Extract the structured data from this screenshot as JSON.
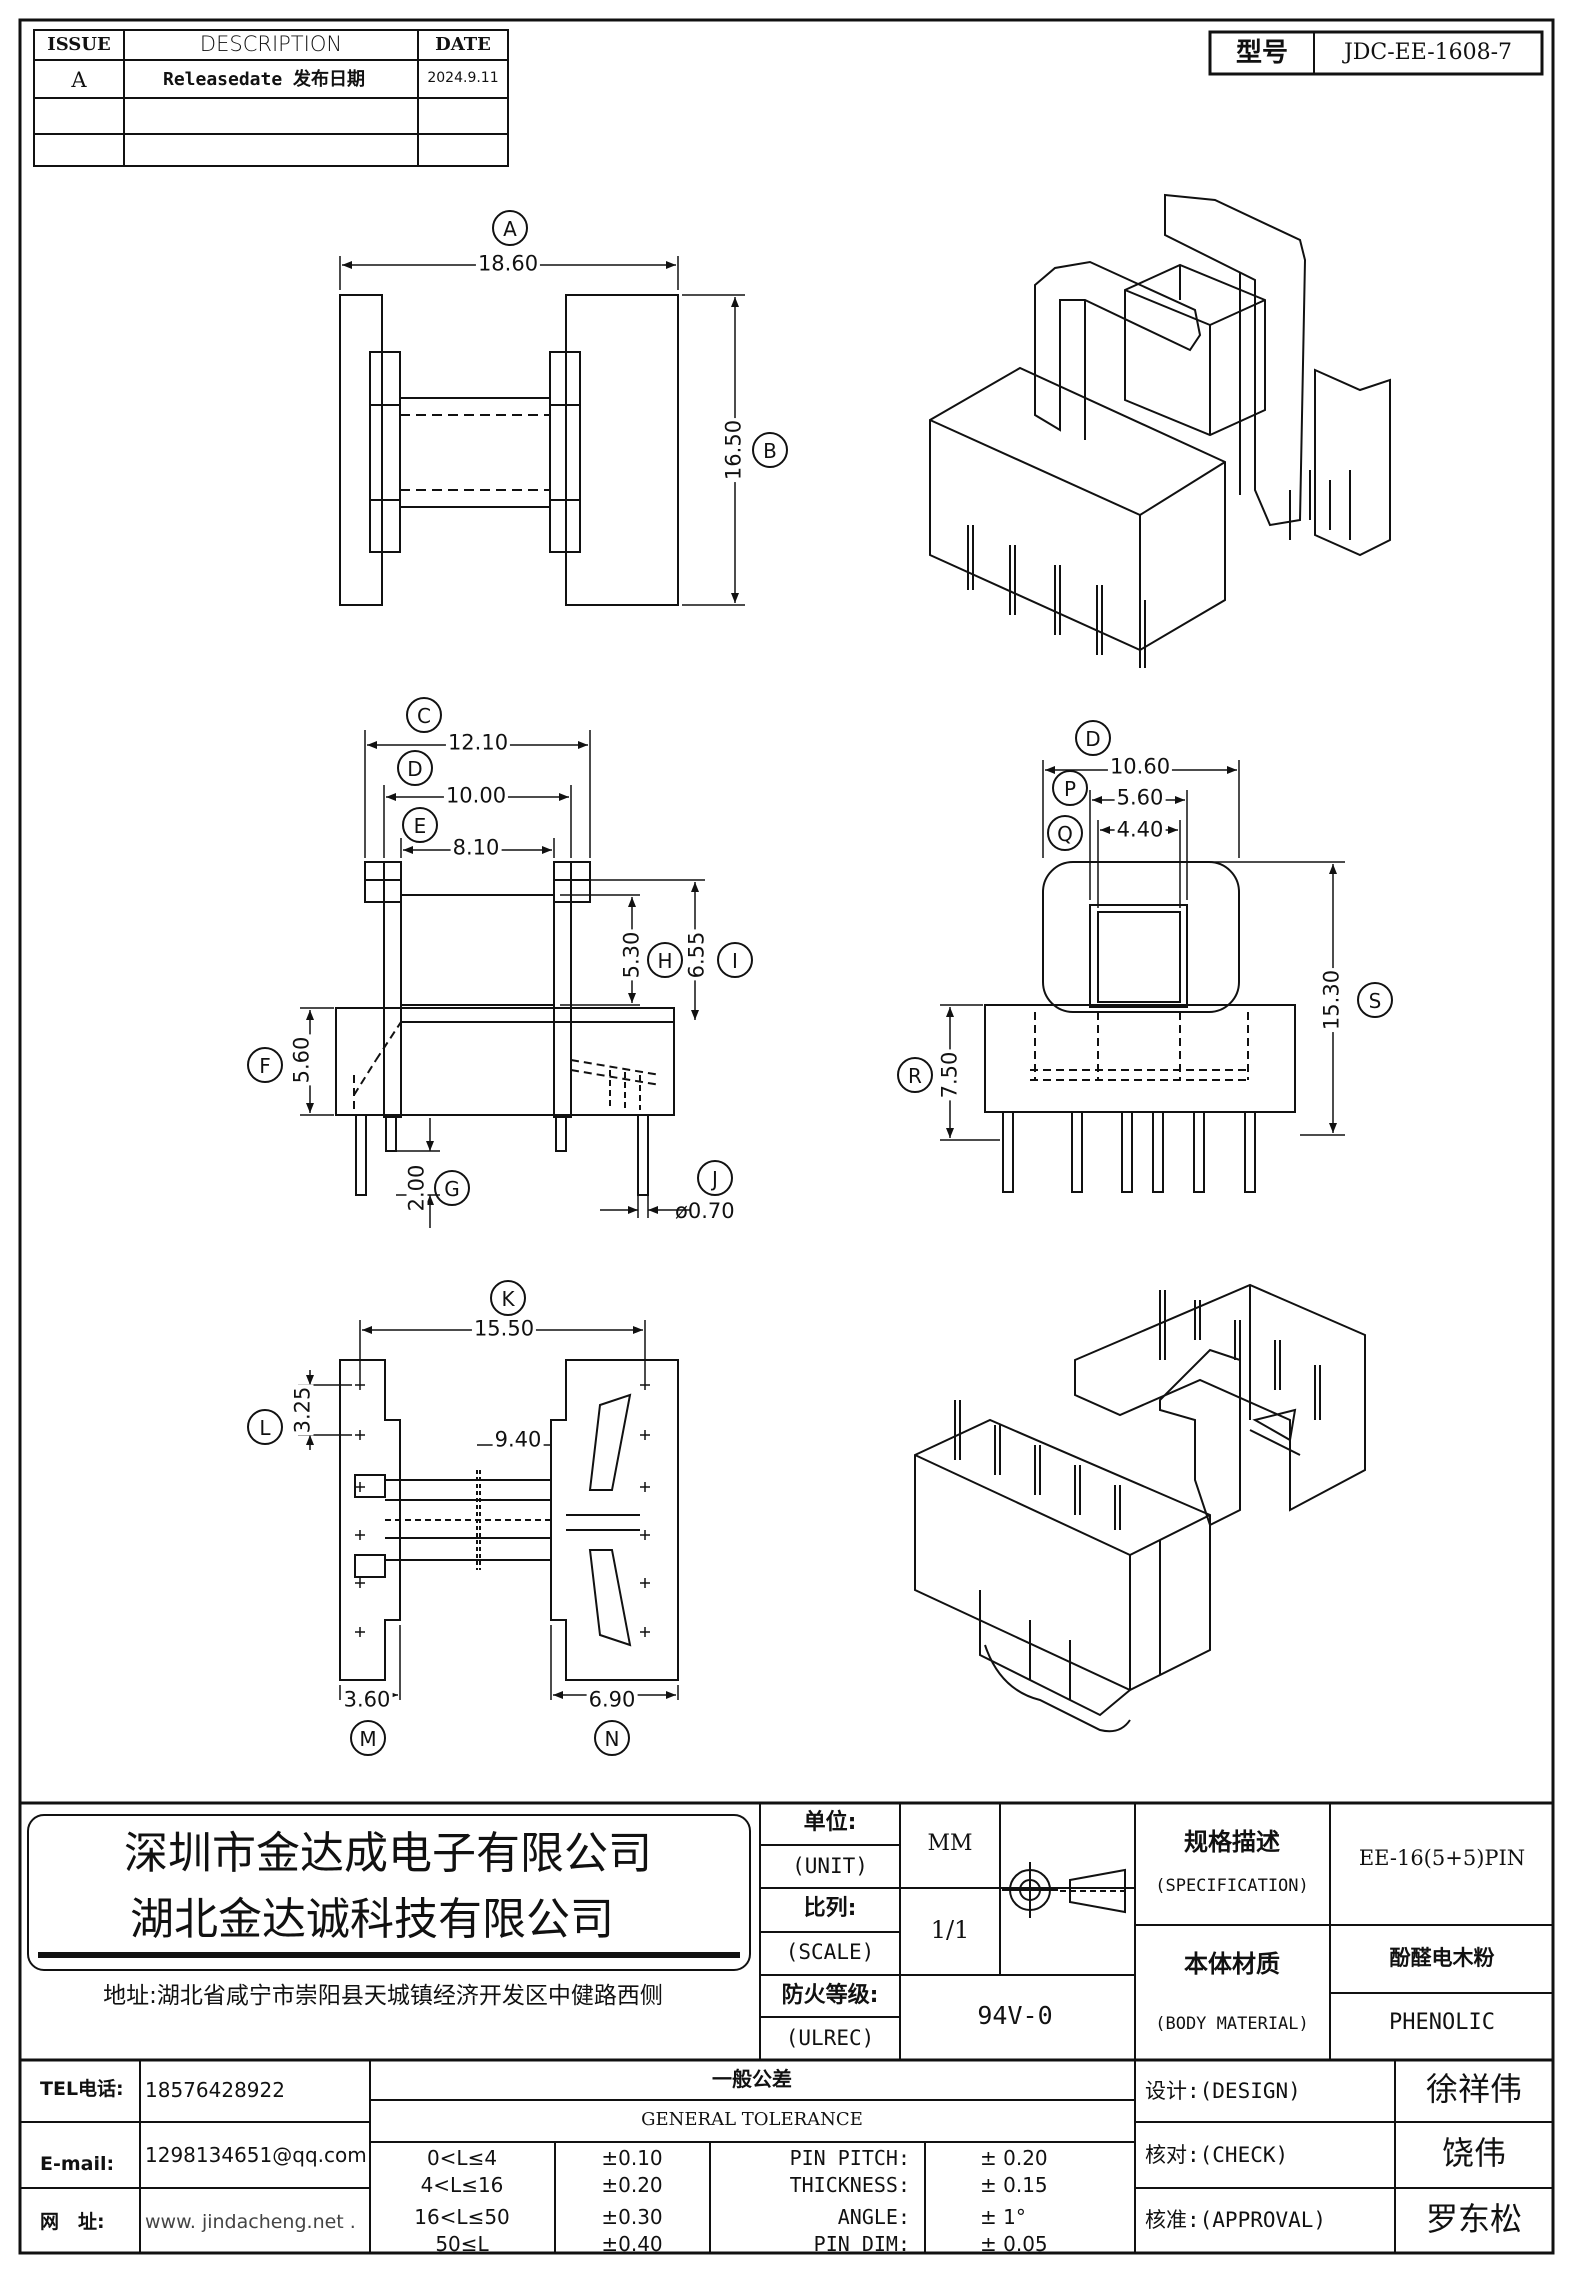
{
  "revision_table": {
    "headers": {
      "issue": "ISSUE",
      "description": "DESCRIPTION",
      "date": "DATE"
    },
    "rows": [
      {
        "issue": "A",
        "description": "Releasedate 发布日期",
        "date": "2024.9.11"
      }
    ]
  },
  "model": {
    "label": "型号",
    "value": "JDC-EE-1608-7"
  },
  "dimensions": {
    "A": {
      "letter": "A",
      "value": "18.60"
    },
    "B": {
      "letter": "B",
      "value": "16.50"
    },
    "C": {
      "letter": "C",
      "value": "12.10"
    },
    "D": {
      "letter": "D",
      "value": "10.00"
    },
    "E": {
      "letter": "E",
      "value": "8.10"
    },
    "F": {
      "letter": "F",
      "value": "5.60"
    },
    "G": {
      "letter": "G",
      "value": "2.00"
    },
    "H": {
      "letter": "H",
      "value": "5.30"
    },
    "I": {
      "letter": "I",
      "value": "6.55"
    },
    "J": {
      "letter": "J",
      "value": "ø0.70"
    },
    "K": {
      "letter": "K",
      "value": "15.50"
    },
    "L": {
      "letter": "L",
      "value": "3.25"
    },
    "M": {
      "letter": "M",
      "value": "3.60"
    },
    "N": {
      "letter": "N",
      "value": "6.90"
    },
    "O": {
      "letter": "D",
      "value": "10.60"
    },
    "P": {
      "letter": "P",
      "value": "5.60"
    },
    "Q": {
      "letter": "Q",
      "value": "4.40"
    },
    "R": {
      "letter": "R",
      "value": "7.50"
    },
    "S": {
      "letter": "S",
      "value": "15.30"
    },
    "hole": {
      "value": "9.40"
    }
  },
  "company": {
    "name1": "深圳市金达成电子有限公司",
    "name2": "湖北金达诚科技有限公司",
    "address": "地址:湖北省咸宁市崇阳县天城镇经济开发区中健路西侧"
  },
  "title_block": {
    "unit_cn": "单位:",
    "unit_en": "(UNIT)",
    "unit_value": "MM",
    "scale_cn": "比列:",
    "scale_en": "(SCALE)",
    "scale_value": "1/1",
    "fire_cn": "防火等级:",
    "fire_en": "(ULREC)",
    "fire_value": "94V-0",
    "spec_cn": "规格描述",
    "spec_en": "(SPECIFICATION)",
    "spec_value": "EE-16(5+5)PIN",
    "material_cn": "本体材质",
    "material_en": "(BODY MATERIAL)",
    "material_value_cn": "酚醛电木粉",
    "material_value_en": "PHENOLIC"
  },
  "contact": {
    "tel_label": "TEL电话:",
    "tel": "18576428922",
    "email_label": "E-mail:",
    "email": "1298134651@qq.com",
    "web_label": "网　址:",
    "web": "www. jindacheng.net ."
  },
  "tolerance": {
    "title_cn": "一般公差",
    "title_en": "GENERAL TOLERANCE",
    "ranges": [
      {
        "range": "0<L≤4",
        "tol": "±0.10"
      },
      {
        "range": "4<L≤16",
        "tol": "±0.20"
      },
      {
        "range": "16<L≤50",
        "tol": "±0.30"
      },
      {
        "range": "50≤L",
        "tol": "±0.40"
      }
    ],
    "items": [
      {
        "name": "PIN PITCH:",
        "tol": "±  0.20"
      },
      {
        "name": "THICKNESS:",
        "tol": "±  0.15"
      },
      {
        "name": "ANGLE:",
        "tol": "±  1°"
      },
      {
        "name": "PIN DIM:",
        "tol": "±  0.05"
      }
    ]
  },
  "approvals": {
    "design_label": "设计:(DESIGN)",
    "design": "徐祥伟",
    "check_label": "核对:(CHECK)",
    "check": "饶伟",
    "approval_label": "核准:(APPROVAL)",
    "approval": "罗东松"
  }
}
